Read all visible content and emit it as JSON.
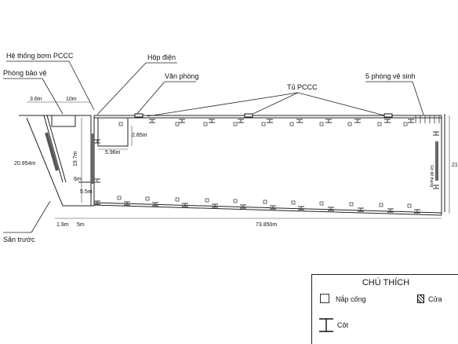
{
  "labels": {
    "pump_system": "Hệ thống bơm PCCC",
    "guard_room": "Phòng bảo vệ",
    "electric_box": "Hộp điện",
    "office": "Văn phòng",
    "fire_cabinet": "Tủ PCCC",
    "restrooms": "5 phòng vệ sinh",
    "front_yard": "Sân trước",
    "wall_label": "Gờ để thang"
  },
  "dimensions": {
    "d_3_6": "3.6m",
    "d_10": "10m",
    "d_20_954": "20.954m",
    "d_19_7": "19.7m",
    "d_6": "6m",
    "d_5_5": "5.5m",
    "d_2_85": "2.85m",
    "d_5_96": "5.96m",
    "d_1_9": "1.9m",
    "d_5": "5m",
    "d_73_850": "73.850m",
    "d_21": "21"
  },
  "legend": {
    "title": "CHÚ THÍCH",
    "manhole": "Nắp cống",
    "door": "Cửa",
    "column": "Cột"
  }
}
